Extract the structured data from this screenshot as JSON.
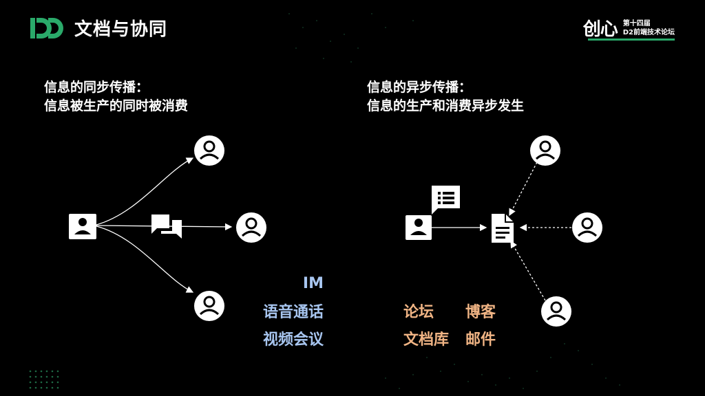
{
  "header": {
    "title": "文档与协同",
    "brand": {
      "mark": "创心",
      "line1": "第十四届",
      "line2": "D2前端技术论坛"
    }
  },
  "colors": {
    "background": "#000000",
    "accent_green": "#2aaa6a",
    "tool_blue": "#a8c6f0",
    "tool_orange": "#f0b484"
  },
  "sync": {
    "heading_line1": "信息的同步传播：",
    "heading_line2": "信息被生产的同时被消费",
    "tools": [
      "IM",
      "语音通话",
      "视频会议"
    ],
    "icons": [
      "person-card-icon",
      "chat-bubbles-icon",
      "user-circle-icon"
    ]
  },
  "async": {
    "heading_line1": "信息的异步传播：",
    "heading_line2": "信息的生产和消费异步发生",
    "tools_row1": [
      "论坛",
      "博客"
    ],
    "tools_row2": [
      "文档库",
      "邮件"
    ],
    "icons": [
      "person-card-icon",
      "list-message-icon",
      "document-icon",
      "user-circle-icon"
    ]
  }
}
